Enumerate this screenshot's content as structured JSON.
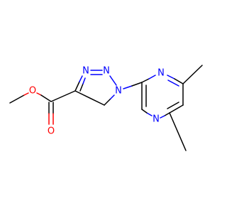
{
  "molecule": {
    "atoms": {
      "n_triazole_1": "N",
      "n_triazole_2": "N",
      "n_triazole_3": "N",
      "n_pyrimidine_1": "N",
      "n_pyrimidine_2": "N",
      "o_ester": "O",
      "o_carbonyl": "O"
    },
    "colors": {
      "bond": "#000000",
      "nitrogen": "#0000FF",
      "oxygen": "#FF0000"
    }
  }
}
